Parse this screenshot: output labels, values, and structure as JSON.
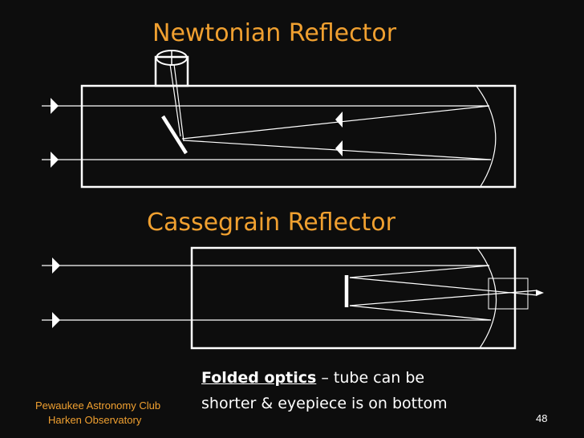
{
  "newtonian": {
    "title": "Newtonian Reflector"
  },
  "cassegrain": {
    "title": "Cassegrain Reflector"
  },
  "caption": {
    "emphasis": "Folded optics",
    "line1_rest": " – tube can be",
    "line2": "shorter & eyepiece is on bottom"
  },
  "footer": {
    "club": "Pewaukee Astronomy Club",
    "observatory": "Harken Observatory"
  },
  "page_number": "48",
  "colors": {
    "title": "#f0a030",
    "lines": "#ffffff",
    "background": "#0d0d0d"
  }
}
